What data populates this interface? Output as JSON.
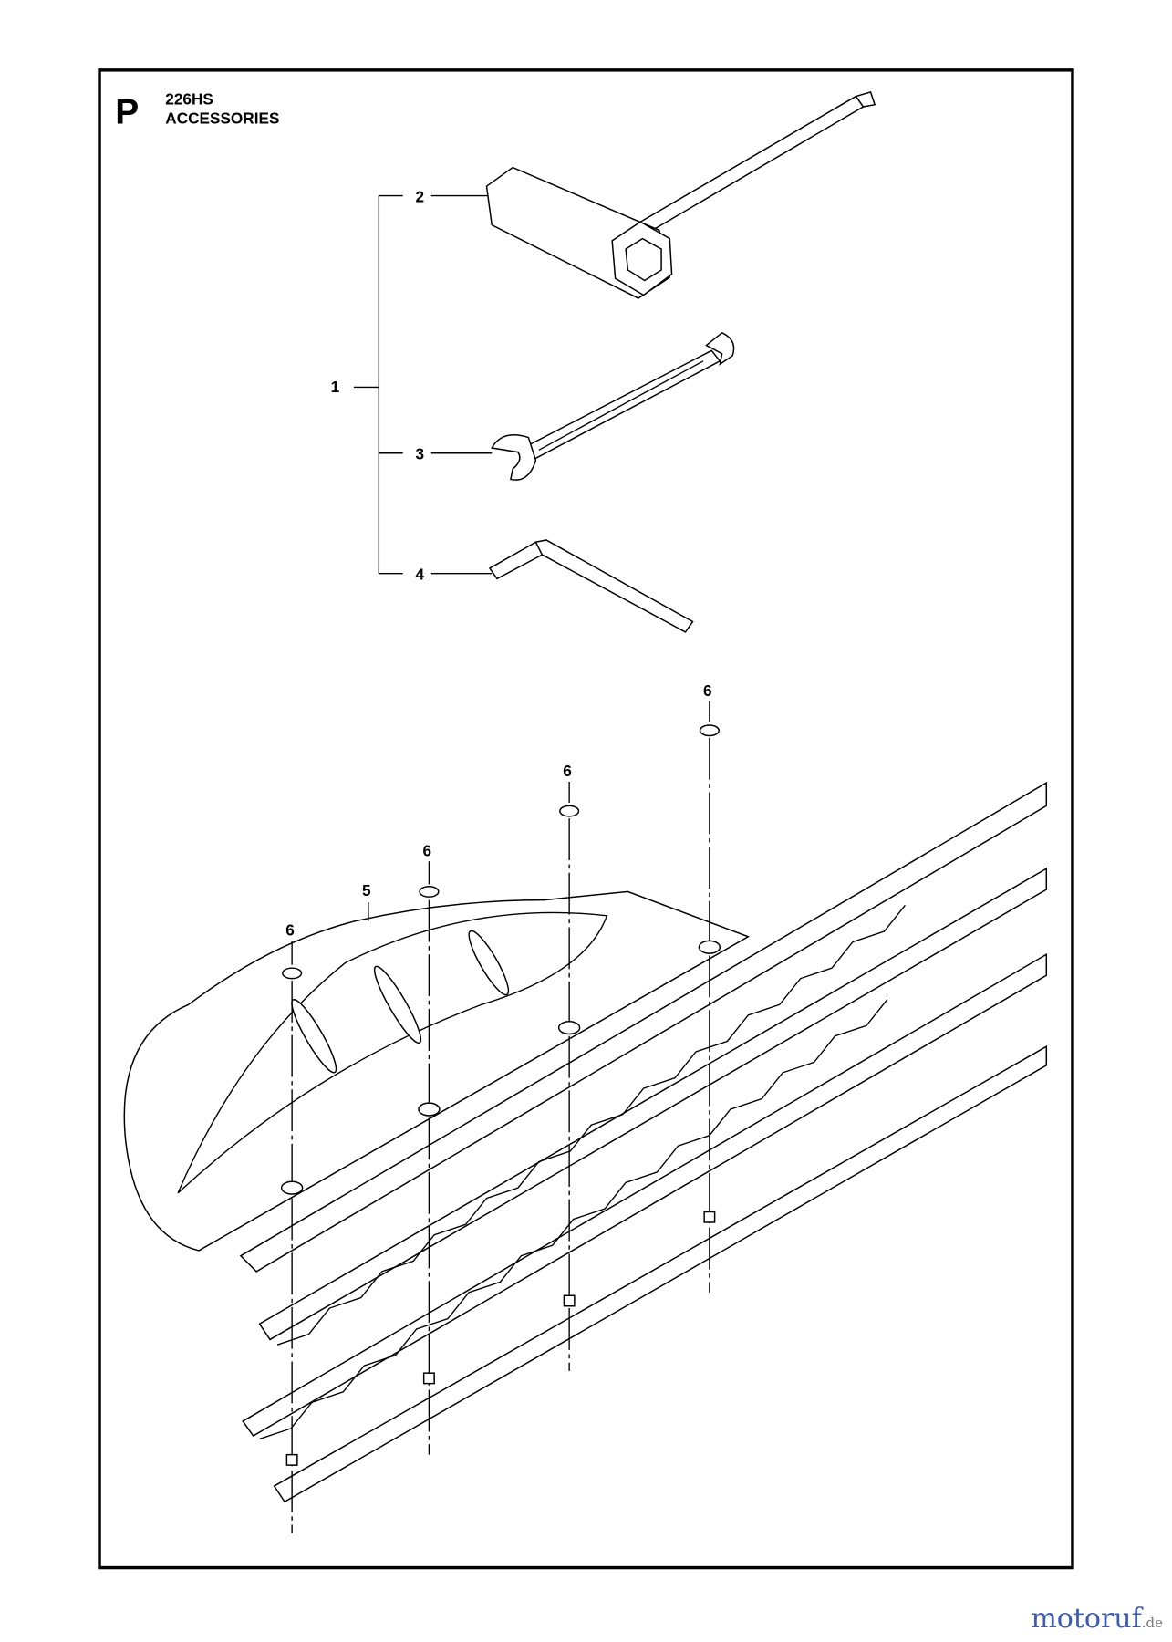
{
  "header": {
    "section_letter": "P",
    "model": "226HS",
    "title": "ACCESSORIES"
  },
  "callouts": {
    "c1": "1",
    "c2": "2",
    "c3": "3",
    "c4": "4",
    "c5": "5",
    "c6a": "6",
    "c6b": "6",
    "c6c": "6",
    "c6d": "6"
  },
  "watermark": {
    "brand": "motoruf",
    "tld": ".de",
    "colors": [
      "#3b5bb5",
      "#2e9a3a",
      "#e0457b",
      "#e07b1a",
      "#e6b800"
    ]
  }
}
